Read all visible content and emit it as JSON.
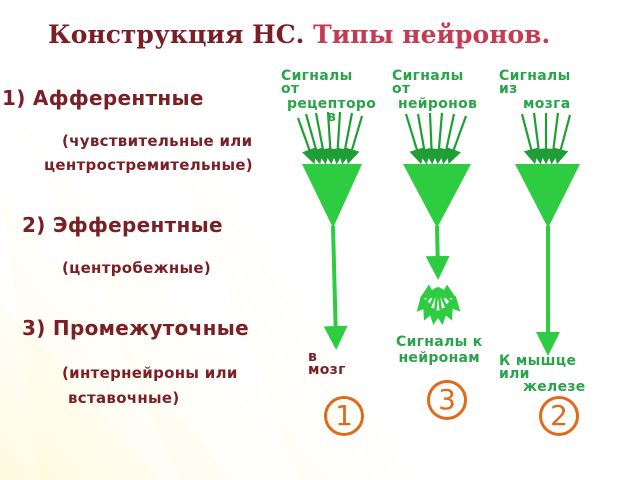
{
  "title": {
    "part1": "Конструкция НС.",
    "part2": "Типы нейронов."
  },
  "types": [
    {
      "heading": "1) Афферентные",
      "sub": [
        "(чувствительные или",
        "центростремительные)"
      ]
    },
    {
      "heading": "2) Эфферентные",
      "sub": [
        "(центробежные)"
      ]
    },
    {
      "heading": "3) Промежуточные",
      "sub": [
        "(интернейроны или",
        "вставочные)"
      ]
    }
  ],
  "neurons": [
    {
      "top_label": [
        "Сигналы",
        "от"
      ],
      "top_label_2": [
        "рецепторо",
        "в"
      ],
      "bottom_label": [
        "в",
        "мозг"
      ],
      "number": "1"
    },
    {
      "top_label": [
        "Сигналы",
        "от"
      ],
      "top_label_2": [
        "нейронов"
      ],
      "bottom_label": [
        "Сигналы к",
        "нейронам"
      ],
      "number": "3"
    },
    {
      "top_label": [
        "Сигналы",
        "из"
      ],
      "top_label_2": [
        "мозга"
      ],
      "bottom_label": [
        "К мышце",
        "или",
        "железе"
      ],
      "number": "2"
    }
  ],
  "colors": {
    "neuron_green": "#2ecc40",
    "arrow_green": "#1f9e35",
    "dark_red": "#7a1f26",
    "accent_pink": "#c43c52",
    "number_orange": "#e06a1c"
  }
}
